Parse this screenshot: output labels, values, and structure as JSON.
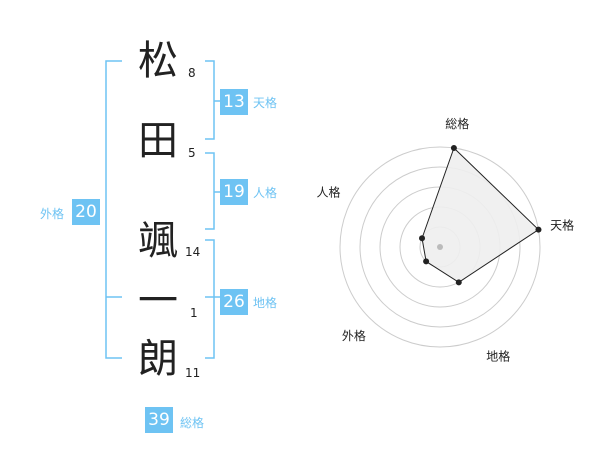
{
  "name_chars": [
    "松",
    "田",
    "颯",
    "一",
    "朗"
  ],
  "stroke_counts": [
    "8",
    "5",
    "14",
    "1",
    "11"
  ],
  "fortunes": {
    "tenkaku": {
      "value": "13",
      "label": "天格"
    },
    "jinkaku": {
      "value": "19",
      "label": "人格"
    },
    "chikaku": {
      "value": "26",
      "label": "地格"
    },
    "gaikaku": {
      "value": "20",
      "label": "外格"
    },
    "soukaku": {
      "value": "39",
      "label": "総格"
    }
  },
  "radar": {
    "axes": [
      "総格",
      "天格",
      "地格",
      "外格",
      "人格"
    ],
    "scores": [
      5,
      5,
      2,
      1,
      1
    ],
    "max": 5
  },
  "colors": {
    "accent": "#6ec3f3",
    "text": "#222222",
    "grid": "#cccccc",
    "fill": "#eeeeee"
  }
}
